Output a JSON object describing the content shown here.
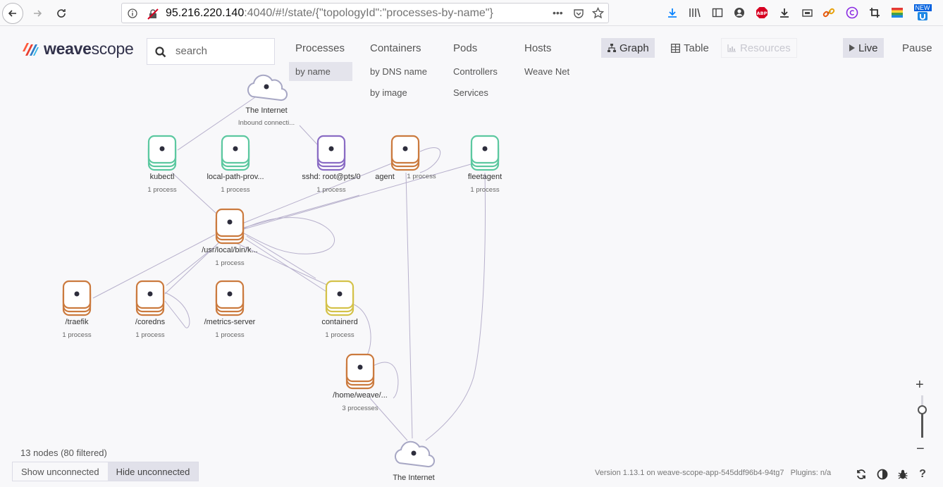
{
  "browser": {
    "url_host": "95.216.220.140",
    "url_rest": ":4040/#!/state/{\"topologyId\":\"processes-by-name\"}",
    "url_more": "•••",
    "ext_new_badge": "NEW"
  },
  "app": {
    "logo_bold": "weave",
    "logo_light": "scope",
    "search_placeholder": "search"
  },
  "topologies": {
    "processes": {
      "label": "Processes",
      "subs": [
        "by name"
      ]
    },
    "containers": {
      "label": "Containers",
      "subs": [
        "by DNS name",
        "by image"
      ]
    },
    "pods": {
      "label": "Pods",
      "subs": [
        "Controllers",
        "Services"
      ]
    },
    "hosts": {
      "label": "Hosts",
      "subs": [
        "Weave Net"
      ]
    }
  },
  "view_modes": {
    "graph": "Graph",
    "table": "Table",
    "resources": "Resources"
  },
  "controls": {
    "live": "Live",
    "pause": "Pause"
  },
  "nodes": [
    {
      "id": "internet-top",
      "label": "The Internet",
      "sub": "Inbound connecti...",
      "shape": "cloud",
      "color": "#a7a7c4"
    },
    {
      "id": "kubectl",
      "label": "kubectl",
      "sub": "1 process",
      "shape": "stack",
      "color": "#5cc8a0"
    },
    {
      "id": "local-path",
      "label": "local-path-prov...",
      "sub": "1 process",
      "shape": "stack",
      "color": "#5cc8a0"
    },
    {
      "id": "sshd",
      "label": "sshd: root@pts/0",
      "sub": "1 process",
      "shape": "stack",
      "color": "#8a6cc4"
    },
    {
      "id": "agent",
      "label": "agent",
      "sub": "1 process",
      "shape": "stack",
      "color": "#cb7a3e"
    },
    {
      "id": "fleetagent",
      "label": "fleetagent",
      "sub": "1 process",
      "shape": "stack",
      "color": "#5cc8a0"
    },
    {
      "id": "usrlocal",
      "label": "/usr/local/bin/k...",
      "sub": "1 process",
      "shape": "stack",
      "color": "#cb7a3e"
    },
    {
      "id": "traefik",
      "label": "/traefik",
      "sub": "1 process",
      "shape": "stack",
      "color": "#cb7a3e"
    },
    {
      "id": "coredns",
      "label": "/coredns",
      "sub": "1 process",
      "shape": "stack",
      "color": "#cb7a3e"
    },
    {
      "id": "metrics",
      "label": "/metrics-server",
      "sub": "1 process",
      "shape": "stack",
      "color": "#cb7a3e"
    },
    {
      "id": "containerd",
      "label": "containerd",
      "sub": "1 process",
      "shape": "stack",
      "color": "#d4c24a"
    },
    {
      "id": "homeweave",
      "label": "/home/weave/...",
      "sub": "3 processes",
      "shape": "stack",
      "color": "#cb7a3e"
    },
    {
      "id": "internet-bottom",
      "label": "The Internet",
      "sub": "",
      "shape": "cloud",
      "color": "#a7a7c4"
    }
  ],
  "footer": {
    "node_count": "13 nodes (80 filtered)",
    "show_unconnected": "Show unconnected",
    "hide_unconnected": "Hide unconnected",
    "version": "Version 1.13.1 on weave-scope-app-545ddf96b4-94tg7",
    "plugins": "Plugins: n/a"
  },
  "zoom": {
    "plus": "+",
    "minus": "−",
    "level": 0.65
  }
}
